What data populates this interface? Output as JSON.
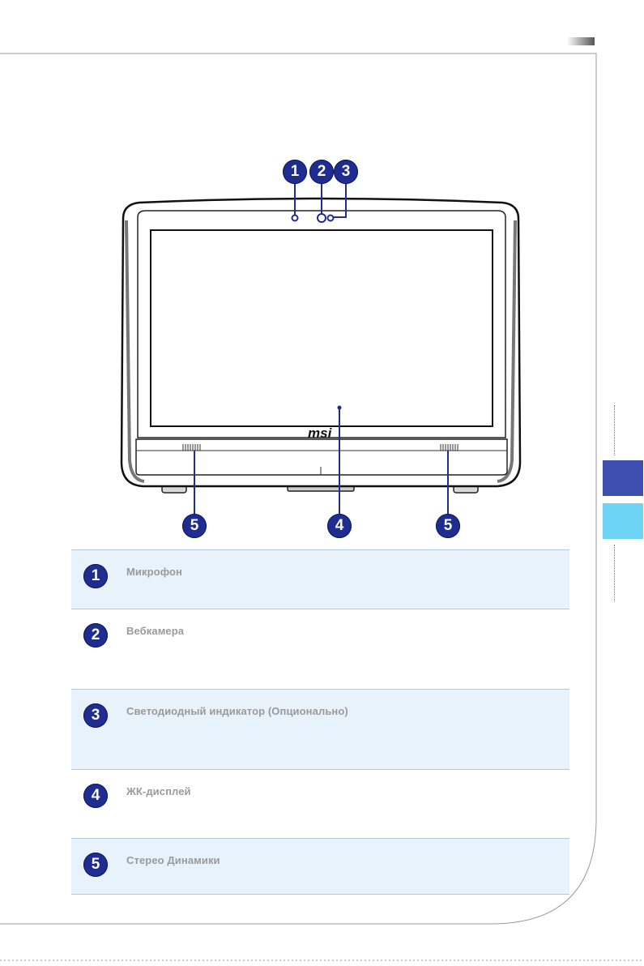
{
  "figure": {
    "brand_logo": "msi",
    "callouts": [
      {
        "number": "1",
        "part": "microphone"
      },
      {
        "number": "2",
        "part": "webcam"
      },
      {
        "number": "3",
        "part": "led-indicator"
      },
      {
        "number": "4",
        "part": "lcd-display"
      },
      {
        "number": "5",
        "part": "speaker"
      }
    ]
  },
  "legend": {
    "rows": [
      {
        "number": "1",
        "label": "Микрофон"
      },
      {
        "number": "2",
        "label": "Вебкамера"
      },
      {
        "number": "3",
        "label": "Светодиодный индикатор (Опционально)"
      },
      {
        "number": "4",
        "label": "ЖК-дисплей"
      },
      {
        "number": "5",
        "label": "Стерео Динамики"
      }
    ]
  },
  "colors": {
    "callout_blue": "#1e2d8f",
    "tab_dark": "#3d4fb0",
    "tab_light": "#6fd3f5",
    "row_shade": "#e8f2fb"
  }
}
